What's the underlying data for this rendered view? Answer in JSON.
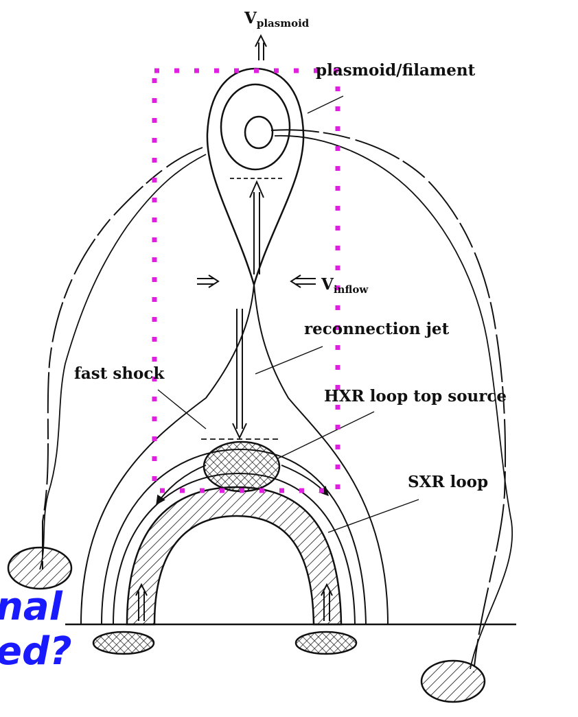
{
  "diagram": {
    "labels": {
      "v_plasmoid_main": "V",
      "v_plasmoid_sub": "plasmoid",
      "plasmoid": "plasmoid/filament",
      "v_inflow_main": "V",
      "v_inflow_sub": "inflow",
      "recon_jet": "reconnection jet",
      "fast_shock": "fast shock",
      "hxr_source": "HXR loop top source",
      "sxr_loop": "SXR loop"
    },
    "overlay_text": {
      "line1": "nal",
      "line2": "ed?"
    },
    "colors": {
      "ink": "#111111",
      "dotted_box": "#e020e0",
      "overlay_text": "#1a1aff"
    }
  }
}
